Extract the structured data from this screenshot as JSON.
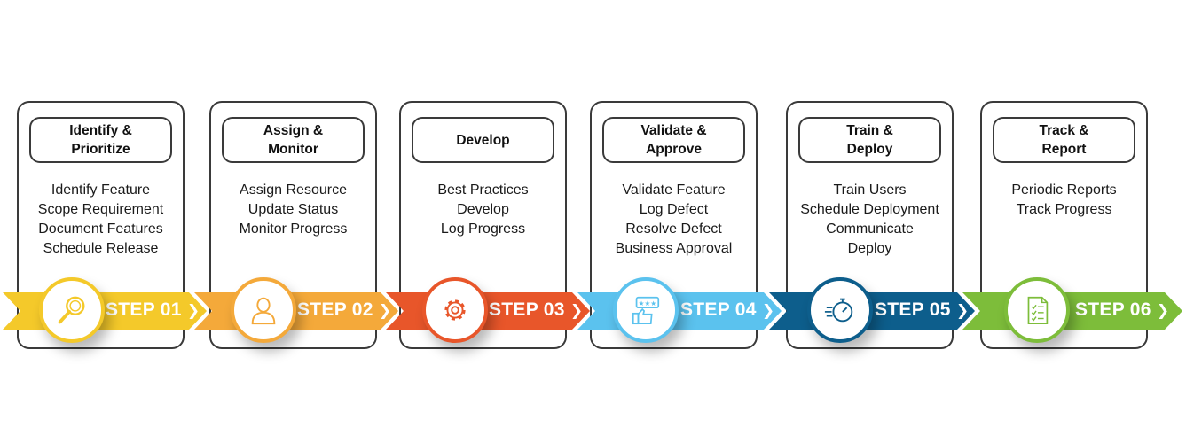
{
  "steps": [
    {
      "title_line1": "Identify &",
      "title_line2": "Prioritize",
      "items": [
        "Identify Feature",
        "Scope Requirement",
        "Document Features",
        "Schedule Release"
      ],
      "label": "STEP 01",
      "color": "#F4C92A",
      "icon": "magnifier-icon"
    },
    {
      "title_line1": "Assign &",
      "title_line2": "Monitor",
      "items": [
        "Assign Resource",
        "Update Status",
        "Monitor Progress"
      ],
      "label": "STEP 02",
      "color": "#F4A93A",
      "icon": "user-icon"
    },
    {
      "title_line1": "Develop",
      "title_line2": "",
      "items": [
        "Best Practices",
        "Develop",
        "Log Progress"
      ],
      "label": "STEP 03",
      "color": "#E8562A",
      "icon": "gear-icon"
    },
    {
      "title_line1": "Validate &",
      "title_line2": "Approve",
      "items": [
        "Validate Feature",
        "Log Defect",
        "Resolve Defect",
        "Business Approval"
      ],
      "label": "STEP 04",
      "color": "#5BC2EE",
      "icon": "thumbs-up-rating-icon"
    },
    {
      "title_line1": "Train &",
      "title_line2": "Deploy",
      "items": [
        "Train Users",
        "Schedule Deployment",
        "Communicate",
        "Deploy"
      ],
      "label": "STEP 05",
      "color": "#0D5E8C",
      "icon": "stopwatch-icon"
    },
    {
      "title_line1": "Track &",
      "title_line2": "Report",
      "items": [
        "Periodic Reports",
        "Track Progress"
      ],
      "label": "STEP 06",
      "color": "#7DBD3A",
      "icon": "checklist-icon"
    }
  ],
  "arrow_glyph": "❯"
}
